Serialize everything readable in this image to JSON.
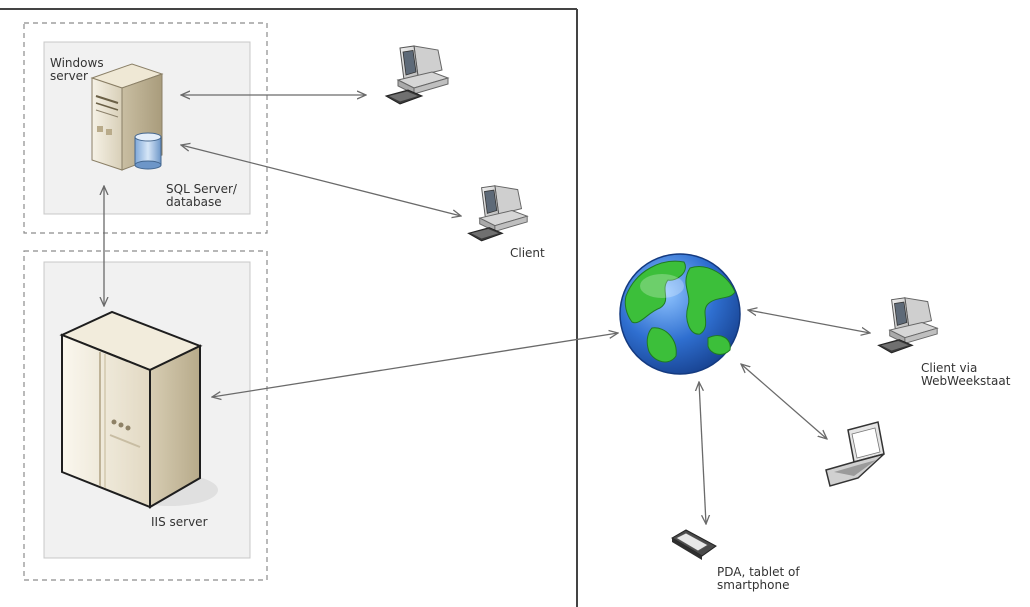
{
  "labels": {
    "windows_server": "Windows\nserver",
    "sql_server": "SQL Server/\ndatabase",
    "client": "Client",
    "iis_server": "IIS server",
    "client_web": "Client via\nWebWeekstaat",
    "pda": "PDA, tablet of\nsmartphone"
  },
  "icons": {
    "windows_server": "tower-server-icon",
    "database": "database-cylinder-icon",
    "iis_server": "large-server-icon",
    "desktop": "desktop-computer-icon",
    "globe": "globe-icon",
    "laptop": "laptop-icon",
    "pda": "pda-icon"
  },
  "colors": {
    "frame": "#444444",
    "dashed_border": "#8c8c8c",
    "server_fill": "#e9e2cf",
    "globe_ocean": "#2f6fd0",
    "globe_land": "#3cbf3a",
    "arrow": "#6a6a6a"
  }
}
